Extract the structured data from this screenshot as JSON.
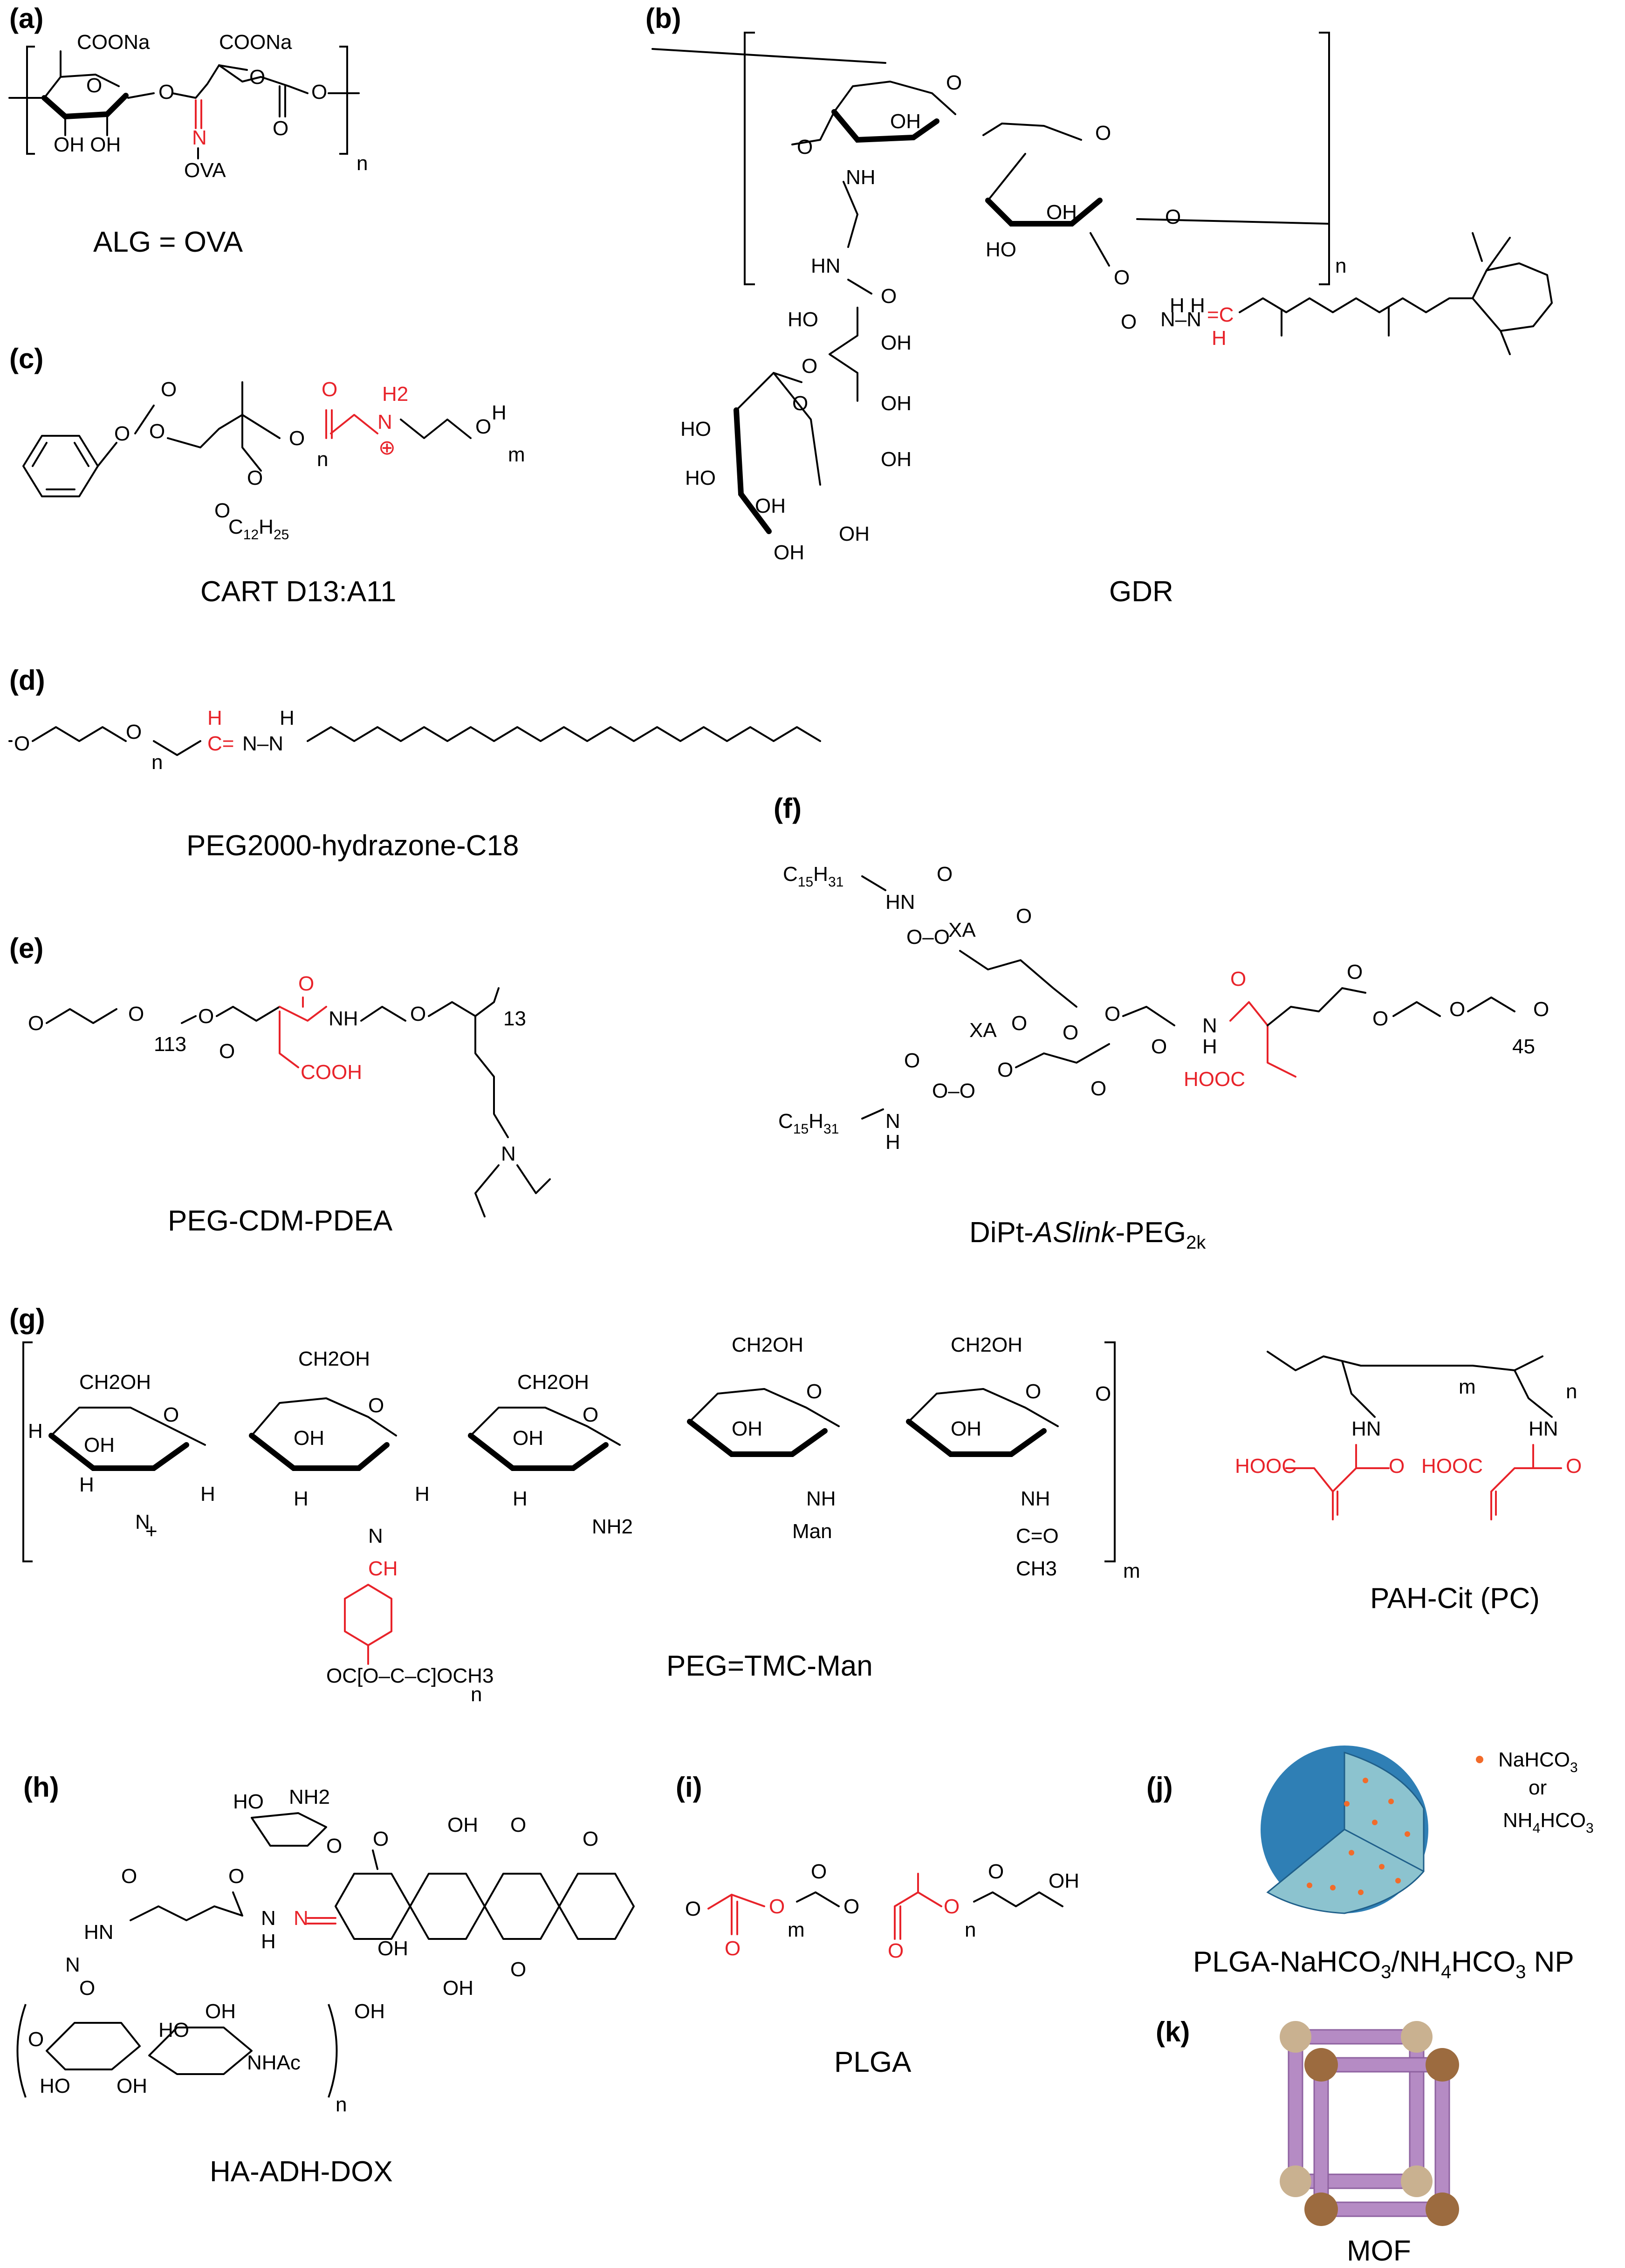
{
  "colors": {
    "highlight": "#e8232a",
    "sphere_outer": "#2f7fb5",
    "sphere_inner": "#8cc3cf",
    "dot": "#f26b2a",
    "mof_node_light": "#c9b190",
    "mof_node_dark": "#9c6b3f",
    "mof_linker": "#b58bc4"
  },
  "panels": {
    "a": {
      "label": "(a)",
      "caption": "ALG = OVA",
      "atoms": {
        "coona1": "COONa",
        "coona2": "COONa",
        "oh": "OH OH",
        "ova": "OVA",
        "n": "n"
      }
    },
    "b": {
      "label": "(b)",
      "caption": "GDR",
      "atoms": {
        "n": "n"
      }
    },
    "c": {
      "label": "(c)",
      "caption": "CART D13:A11",
      "atoms": {
        "c12": "C",
        "c12sub": "12",
        "h25": "H",
        "h25sub": "25",
        "n": "n",
        "m": "m"
      }
    },
    "d": {
      "label": "(d)",
      "caption": "PEG2000-hydrazone-C18",
      "atoms": {
        "n": "n"
      }
    },
    "e": {
      "label": "(e)",
      "caption": "PEG-CDM-PDEA",
      "atoms": {
        "n113": "113",
        "n13": "13",
        "cooh": "COOH"
      }
    },
    "f": {
      "label": "(f)",
      "caption_pre": "DiPt-",
      "caption_italic": "ASlink",
      "caption_post": "-PEG",
      "caption_sub": "2k",
      "atoms": {
        "c15": "C",
        "c15sub": "15",
        "h31": "H",
        "h31sub": "31",
        "xa": "XA",
        "hooc": "HOOC",
        "n45": "45"
      }
    },
    "g": {
      "label": "(g)",
      "caption": "PEG=TMC-Man",
      "atoms": {
        "man": "Man",
        "m": "m",
        "n": "n"
      }
    },
    "pahcit": {
      "caption": "PAH-Cit (PC)",
      "atoms": {
        "hooc": "HOOC",
        "m": "m",
        "n": "n"
      }
    },
    "h": {
      "label": "(h)",
      "caption": "HA-ADH-DOX",
      "atoms": {
        "nhac": "NHAc",
        "n": "n"
      }
    },
    "i": {
      "label": "(i)",
      "caption": "PLGA",
      "atoms": {
        "m": "m",
        "n": "n"
      }
    },
    "j": {
      "label": "(j)",
      "caption_parts": [
        "PLGA-NaHCO",
        "3",
        "/NH",
        "4",
        "HCO",
        "3",
        " NP"
      ],
      "legend": {
        "nahco3": "NaHCO",
        "or": "or",
        "nh4hco3": "NH",
        "sub3": "3",
        "sub4": "4",
        "hco": "HCO"
      }
    },
    "k": {
      "label": "(k)",
      "caption": "MOF"
    }
  }
}
